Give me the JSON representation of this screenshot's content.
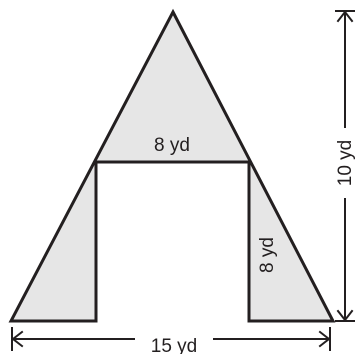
{
  "figure": {
    "labels": {
      "inner_width": "8 yd",
      "inner_height": "8 yd",
      "total_height": "10 yd",
      "base_width": "15 yd"
    },
    "fill_color": "#e6e6e6",
    "stroke_color": "#231f20"
  }
}
